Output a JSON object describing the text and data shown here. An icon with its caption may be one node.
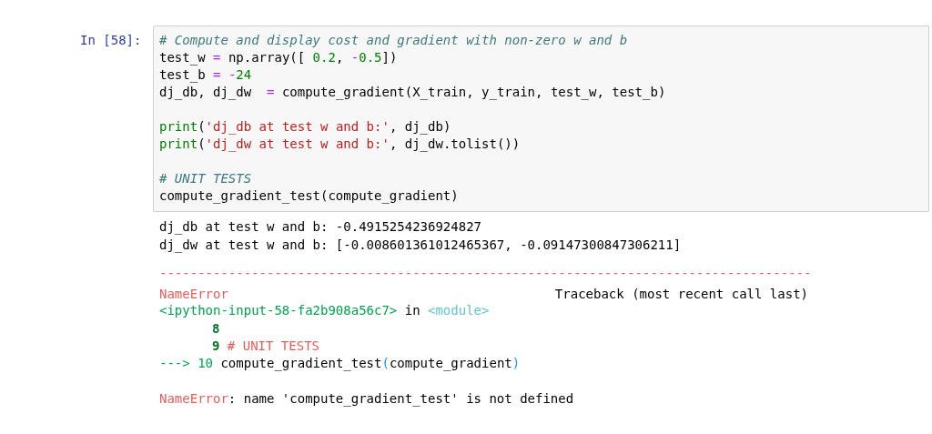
{
  "diagram": {
    "nodes": [
      {
        "text": [
          "# Compute and display cost and gradient with non-zero w and b",
          "test_w = np.array([ 0.2, -0.5])",
          "test_b = -24",
          "dj_db, dj_dw  = compute_gradient(X_train, y_train, test_w, test_b)",
          "print('dj_db at test w and b:', dj_db)",
          "print('dj_dw at test w and b:', dj_dw.tolist())",
          "# UNIT TESTS",
          "compute_gradient_test(compute_gradient)"
        ]
      }
    ],
    "labels": [
      "In [58]:",
      "dj_db at test w and b: -0.4915254236924827",
      "dj_dw at test w and b: [-0.008601361012465367, -0.09147300847306211]",
      "-------------------------------------------------------------------------------------",
      "NameError",
      "Traceback (most recent call last)",
      "<ipython-input-58-fa2b908a56c7> in <module>",
      "8",
      "9 # UNIT TESTS",
      "---> 10 compute_gradient_test(compute_gradient)",
      "NameError: name 'compute_gradient_test' is not defined"
    ]
  }
}
